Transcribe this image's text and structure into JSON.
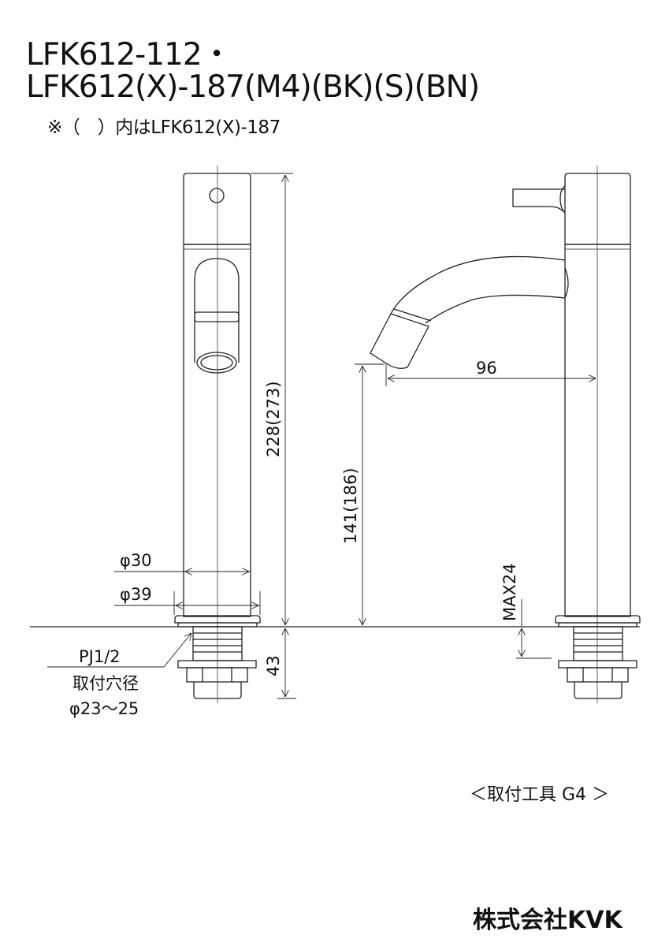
{
  "title": {
    "line1": "LFK612-112・",
    "line2": "LFK612(X)-187(M4)(BK)(S)(BN)",
    "note": "※（　）内はLFK612(X)-187"
  },
  "dimensions": {
    "height": "228(273)",
    "below_counter": "43",
    "body_diameter": "φ30",
    "flange_diameter": "φ39",
    "spout_reach": "96",
    "spout_height": "141(186)",
    "max_counter_thickness": "MAX24",
    "thread": "PJ1/2",
    "hole_label": "取付穴径",
    "hole_diameter": "φ23〜25"
  },
  "footer": {
    "tool": "＜取付工具 G4 ＞",
    "brand": "株式会社KVK"
  },
  "colors": {
    "line": "#222222",
    "text": "#111111"
  }
}
